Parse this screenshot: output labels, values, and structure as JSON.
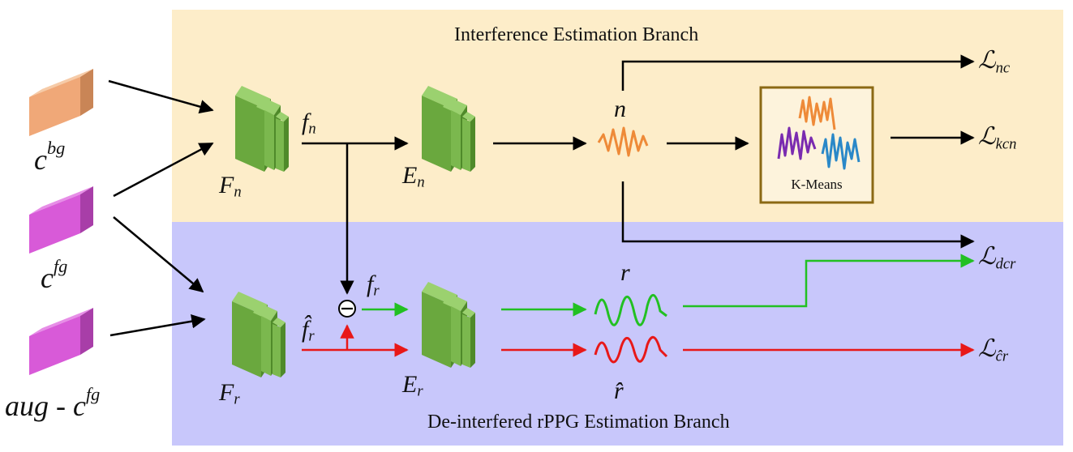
{
  "branches": {
    "top_title": "Interference Estimation Branch",
    "bottom_title": "De-interfered rPPG Estimation Branch"
  },
  "inputs": {
    "bg": {
      "base": "c",
      "sup": "bg"
    },
    "fg": {
      "base": "c",
      "sup": "fg"
    },
    "aug": {
      "base": "aug - c",
      "sup": "fg"
    }
  },
  "modules": {
    "Fn": {
      "base": "F",
      "sub": "n"
    },
    "Fr": {
      "base": "F",
      "sub": "r"
    },
    "En": {
      "base": "E",
      "sub": "n"
    },
    "Er": {
      "base": "E",
      "sub": "r"
    }
  },
  "features": {
    "fn": {
      "base": "f",
      "sub": "n"
    },
    "fr": {
      "base": "f",
      "sub": "r"
    },
    "fr_hat": {
      "base": "f̂",
      "sub": "r"
    }
  },
  "signals": {
    "n": "n",
    "r": "r",
    "r_hat": "r̂"
  },
  "losses": {
    "nc": {
      "sym": "ℒ",
      "sub": "nc"
    },
    "kcn": {
      "sym": "ℒ",
      "sub": "kcn"
    },
    "dcr": {
      "sym": "ℒ",
      "sub": "dcr"
    },
    "cr_hat": {
      "sym": "ℒ",
      "sub": "ĉr"
    }
  },
  "kmeans_label": "K-Means",
  "subtract_symbol": "⊖",
  "colors": {
    "top_band": "#fdedc9",
    "bottom_band": "#c8c7fb",
    "block_green": "#6aa83e",
    "cube_orange": "#f0a878",
    "cube_magenta": "#d85ad8",
    "signal_orange": "#ee8a38",
    "signal_green": "#22c022",
    "signal_red": "#e81818",
    "signal_purple": "#7a2bb0",
    "signal_blue": "#2a88c8",
    "kmeans_border": "#8b6914"
  }
}
